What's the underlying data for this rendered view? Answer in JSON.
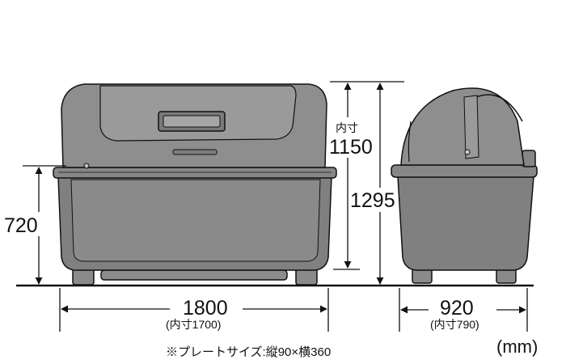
{
  "dimensions": {
    "width_label": "1800",
    "width_inner_label": "(内寸1700)",
    "depth_label": "920",
    "depth_inner_label": "(内寸790)",
    "body_height_label": "720",
    "total_height_label": "1295",
    "inner_height_caption": "内寸",
    "inner_height_label": "1150"
  },
  "plate_note": "※プレートサイズ:縦90×横360",
  "unit_label": "(mm)",
  "colors": {
    "body_fill": "#808080",
    "lid_fill": "#909090",
    "panel_fill": "#9a9a9a",
    "line": "#111111"
  }
}
